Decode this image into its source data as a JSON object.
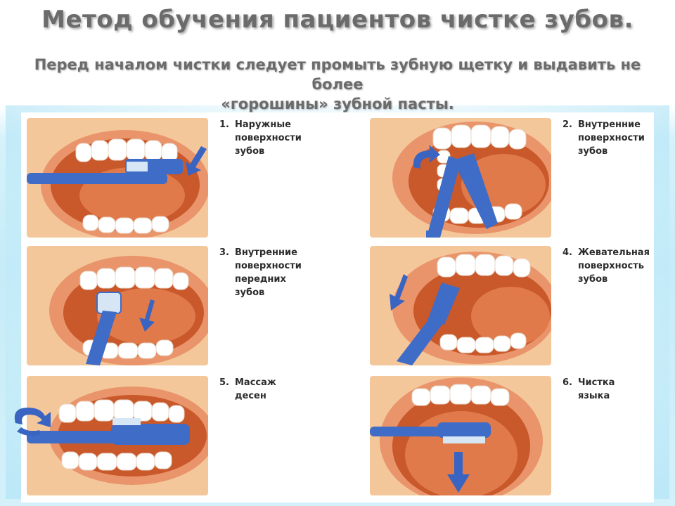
{
  "title": "Метод обучения пациентов чистке зубов.",
  "subtitle_line1": "Перед началом чистки следует промыть зубную щетку и выдавить не более",
  "subtitle_line2": "«горошины» зубной пасты.",
  "steps": [
    {
      "num": "1.",
      "lines": [
        "Наружные",
        "поверхности",
        "зубов"
      ]
    },
    {
      "num": "2.",
      "lines": [
        "Внутренние",
        "поверхности",
        "зубов"
      ]
    },
    {
      "num": "3.",
      "lines": [
        "Внутренние",
        "поверхности",
        "передних",
        "зубов"
      ]
    },
    {
      "num": "4.",
      "lines": [
        "Жевательная",
        "поверхность",
        "зубов"
      ]
    },
    {
      "num": "5.",
      "lines": [
        "Массаж",
        "десен"
      ]
    },
    {
      "num": "6.",
      "lines": [
        "Чистка",
        "языка"
      ]
    }
  ],
  "colors": {
    "skin": "#f4c79b",
    "lip": "#e9946a",
    "mouth": "#c9582a",
    "tongue": "#e07a4a",
    "teeth": "#ffffff",
    "brush": "#3f6cc7",
    "arrow": "#3a64c2"
  },
  "icons": [
    "toothbrush-icon",
    "arrow-icon",
    "curved-arrow-icon"
  ]
}
